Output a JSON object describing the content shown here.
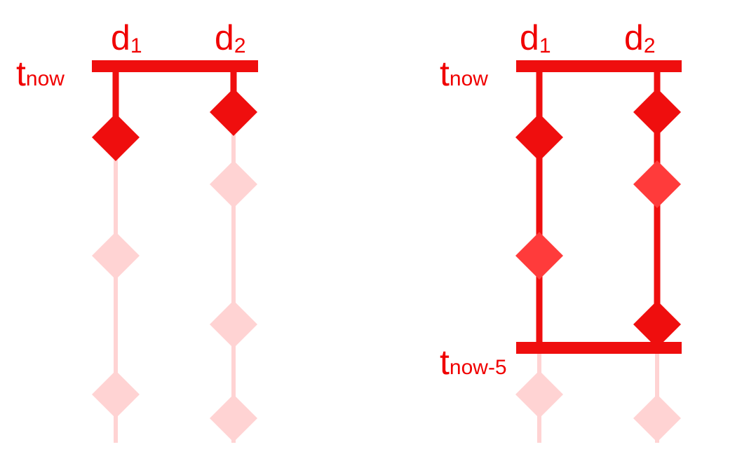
{
  "colors": {
    "active": "#ef0e0e",
    "active_marker": "#ef0e0e",
    "window_marker": "#ff3b3b",
    "faded": "#ffd3d3",
    "text": "#f00000"
  },
  "panels": [
    {
      "id": "left",
      "streams": [
        {
          "label": "d",
          "subscript": "1"
        },
        {
          "label": "d",
          "subscript": "2"
        }
      ],
      "time_labels": [
        {
          "label": "t",
          "subscript": "now"
        }
      ],
      "markers": [
        {
          "stream": 0,
          "state": "active"
        },
        {
          "stream": 0,
          "state": "faded"
        },
        {
          "stream": 0,
          "state": "faded"
        },
        {
          "stream": 1,
          "state": "active"
        },
        {
          "stream": 1,
          "state": "faded"
        },
        {
          "stream": 1,
          "state": "faded"
        },
        {
          "stream": 1,
          "state": "faded"
        }
      ]
    },
    {
      "id": "right",
      "streams": [
        {
          "label": "d",
          "subscript": "1"
        },
        {
          "label": "d",
          "subscript": "2"
        }
      ],
      "time_labels": [
        {
          "label": "t",
          "subscript": "now"
        },
        {
          "label": "t",
          "subscript": "now-5"
        }
      ],
      "markers": [
        {
          "stream": 0,
          "state": "active"
        },
        {
          "stream": 0,
          "state": "window"
        },
        {
          "stream": 0,
          "state": "faded"
        },
        {
          "stream": 1,
          "state": "active"
        },
        {
          "stream": 1,
          "state": "window"
        },
        {
          "stream": 1,
          "state": "active"
        },
        {
          "stream": 1,
          "state": "faded"
        }
      ]
    }
  ]
}
